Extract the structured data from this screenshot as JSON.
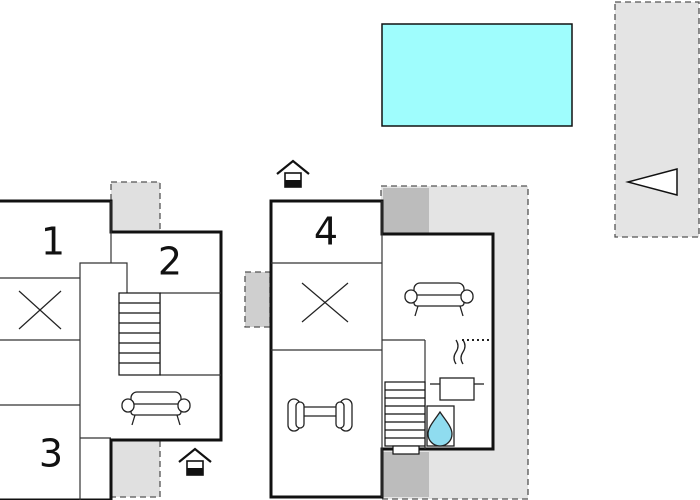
{
  "rooms": {
    "r1": "1",
    "r2": "2",
    "r3": "3",
    "r4": "4"
  },
  "colors": {
    "wall": "#111111",
    "pool_fill": "#9ffdfd",
    "terrace_fill": "#e4e4e4",
    "terrace_dark": "#bcbcbc",
    "water_drop": "#8fdcef",
    "background": "#ffffff"
  },
  "icons": [
    "pool",
    "entrance-house-icon",
    "stairs-icon",
    "sofa-icon",
    "bed-marker-icon",
    "dumbbell-icon",
    "cooking-pot-icon",
    "water-heater-icon",
    "north-arrow-icon"
  ]
}
